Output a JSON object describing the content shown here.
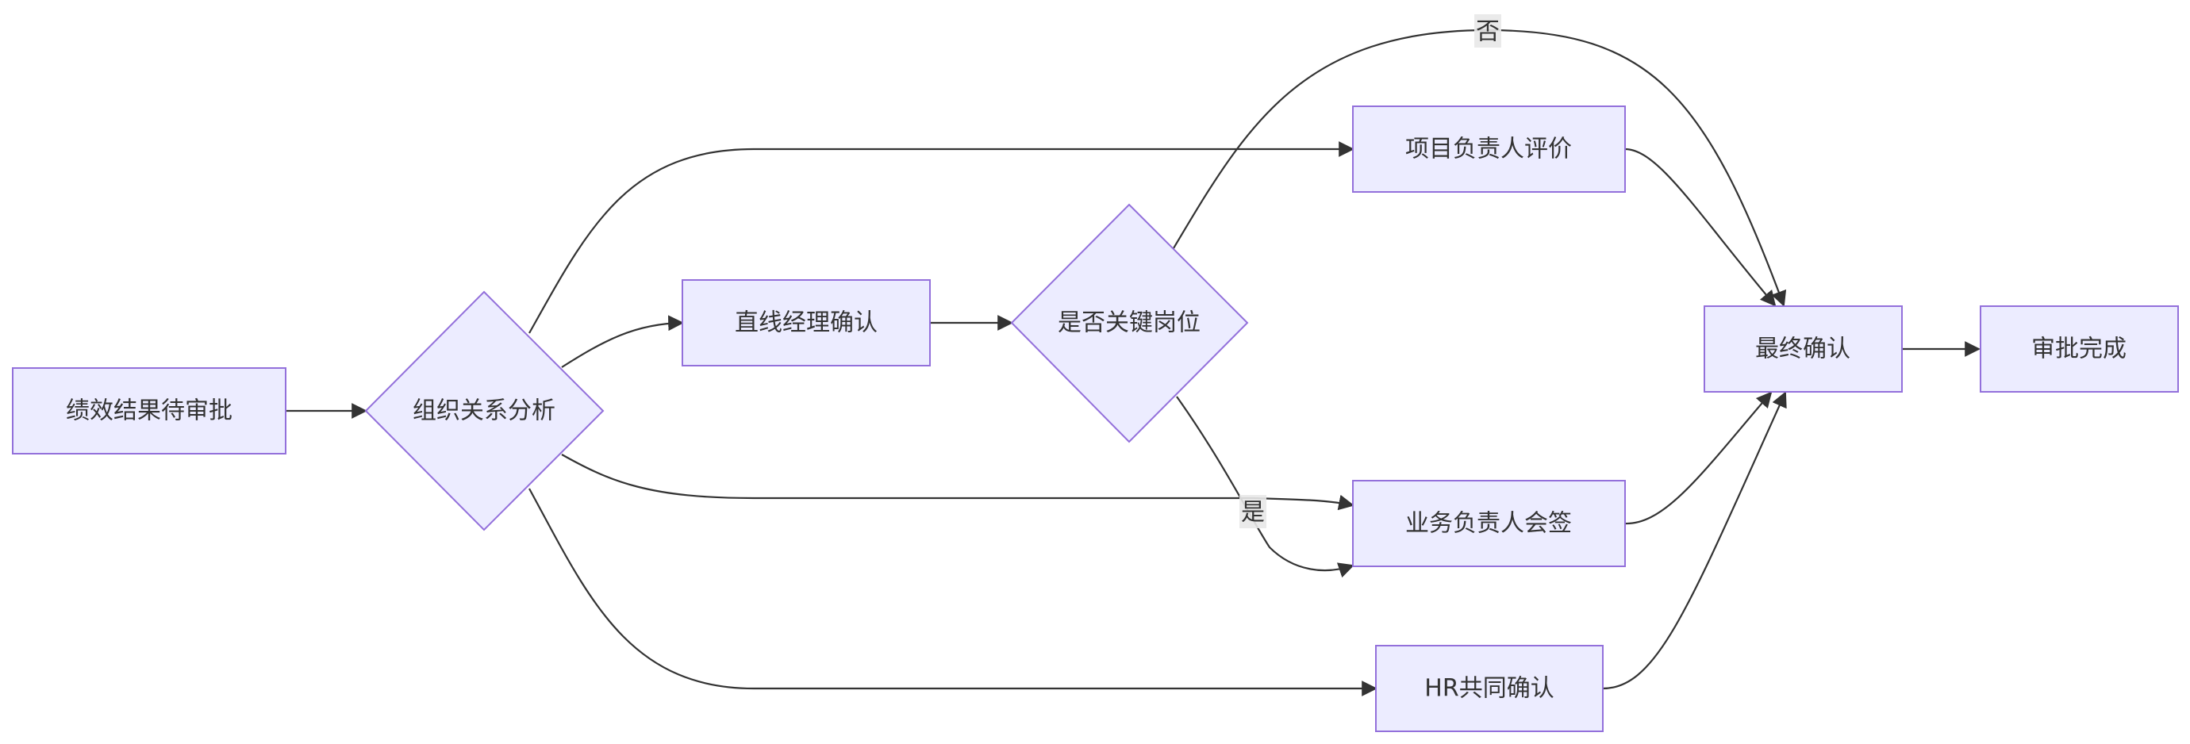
{
  "diagram": {
    "type": "flowchart",
    "direction": "LR",
    "colors": {
      "node_fill": "#ECECFF",
      "node_stroke": "#9370DB",
      "edge": "#333333",
      "text": "#333333",
      "label_bg": "#e8e8e8"
    },
    "nodes": {
      "start": {
        "label": "绩效结果待审批",
        "shape": "rect"
      },
      "org": {
        "label": "组织关系分析",
        "shape": "diamond"
      },
      "line_mgr": {
        "label": "直线经理确认",
        "shape": "rect"
      },
      "key_post": {
        "label": "是否关键岗位",
        "shape": "diamond"
      },
      "proj_lead": {
        "label": "项目负责人评价",
        "shape": "rect"
      },
      "biz_lead": {
        "label": "业务负责人会签",
        "shape": "rect"
      },
      "hr": {
        "label": "HR共同确认",
        "shape": "rect"
      },
      "final": {
        "label": "最终确认",
        "shape": "rect"
      },
      "done": {
        "label": "审批完成",
        "shape": "rect"
      }
    },
    "edges": [
      {
        "from": "start",
        "to": "org",
        "label": ""
      },
      {
        "from": "org",
        "to": "line_mgr",
        "label": ""
      },
      {
        "from": "org",
        "to": "proj_lead",
        "label": ""
      },
      {
        "from": "org",
        "to": "biz_lead",
        "label": ""
      },
      {
        "from": "org",
        "to": "hr",
        "label": ""
      },
      {
        "from": "line_mgr",
        "to": "key_post",
        "label": ""
      },
      {
        "from": "key_post",
        "to": "final",
        "label": "否"
      },
      {
        "from": "key_post",
        "to": "biz_lead",
        "label": "是"
      },
      {
        "from": "proj_lead",
        "to": "final",
        "label": ""
      },
      {
        "from": "biz_lead",
        "to": "final",
        "label": ""
      },
      {
        "from": "hr",
        "to": "final",
        "label": ""
      },
      {
        "from": "final",
        "to": "done",
        "label": ""
      }
    ]
  }
}
